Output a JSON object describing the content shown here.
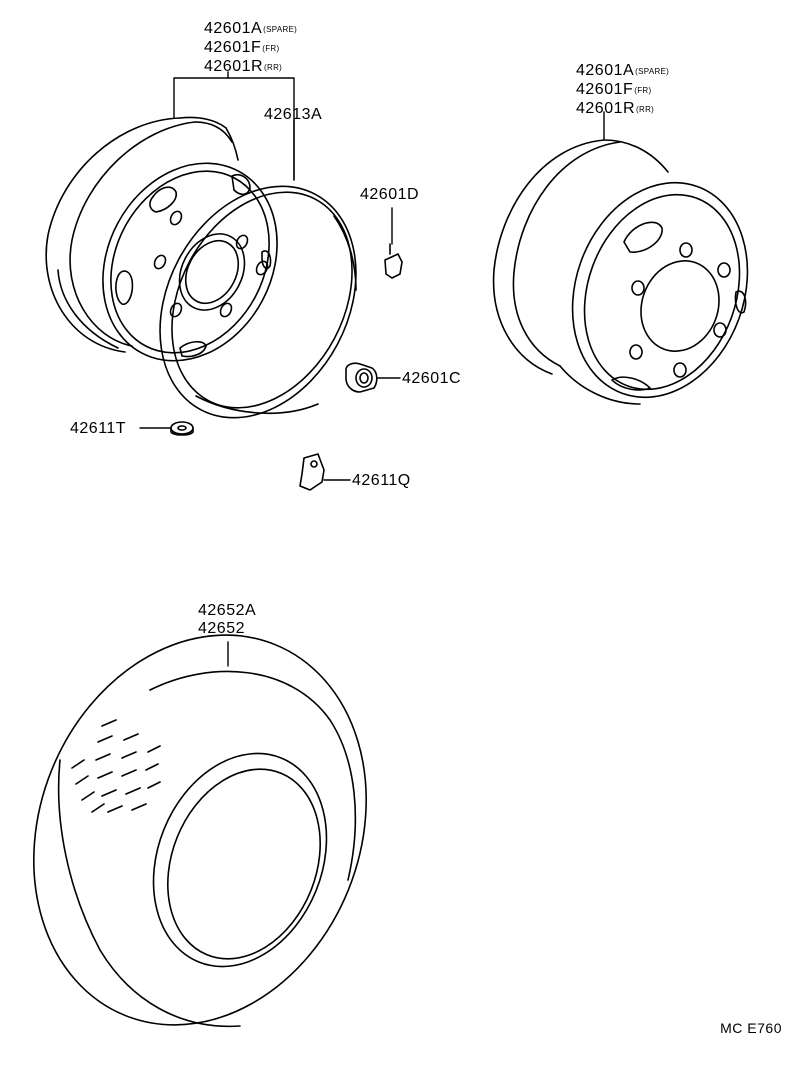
{
  "labels": {
    "rim_left": [
      {
        "part": "42601A",
        "note": "(SPARE)"
      },
      {
        "part": "42601F",
        "note": "(FR)"
      },
      {
        "part": "42601R",
        "note": "(RR)"
      }
    ],
    "rim_right": [
      {
        "part": "42601A",
        "note": "(SPARE)"
      },
      {
        "part": "42601F",
        "note": "(FR)"
      },
      {
        "part": "42601R",
        "note": "(RR)"
      }
    ],
    "side_ring": "42613A",
    "clip_d": "42601D",
    "nut_c": "42601C",
    "washer_t": "42611T",
    "bracket_q": "42611Q",
    "tire": [
      "42652A",
      "42652"
    ]
  },
  "diagram_code": "MC E760",
  "colors": {
    "line": "#000000",
    "background": "#ffffff"
  }
}
